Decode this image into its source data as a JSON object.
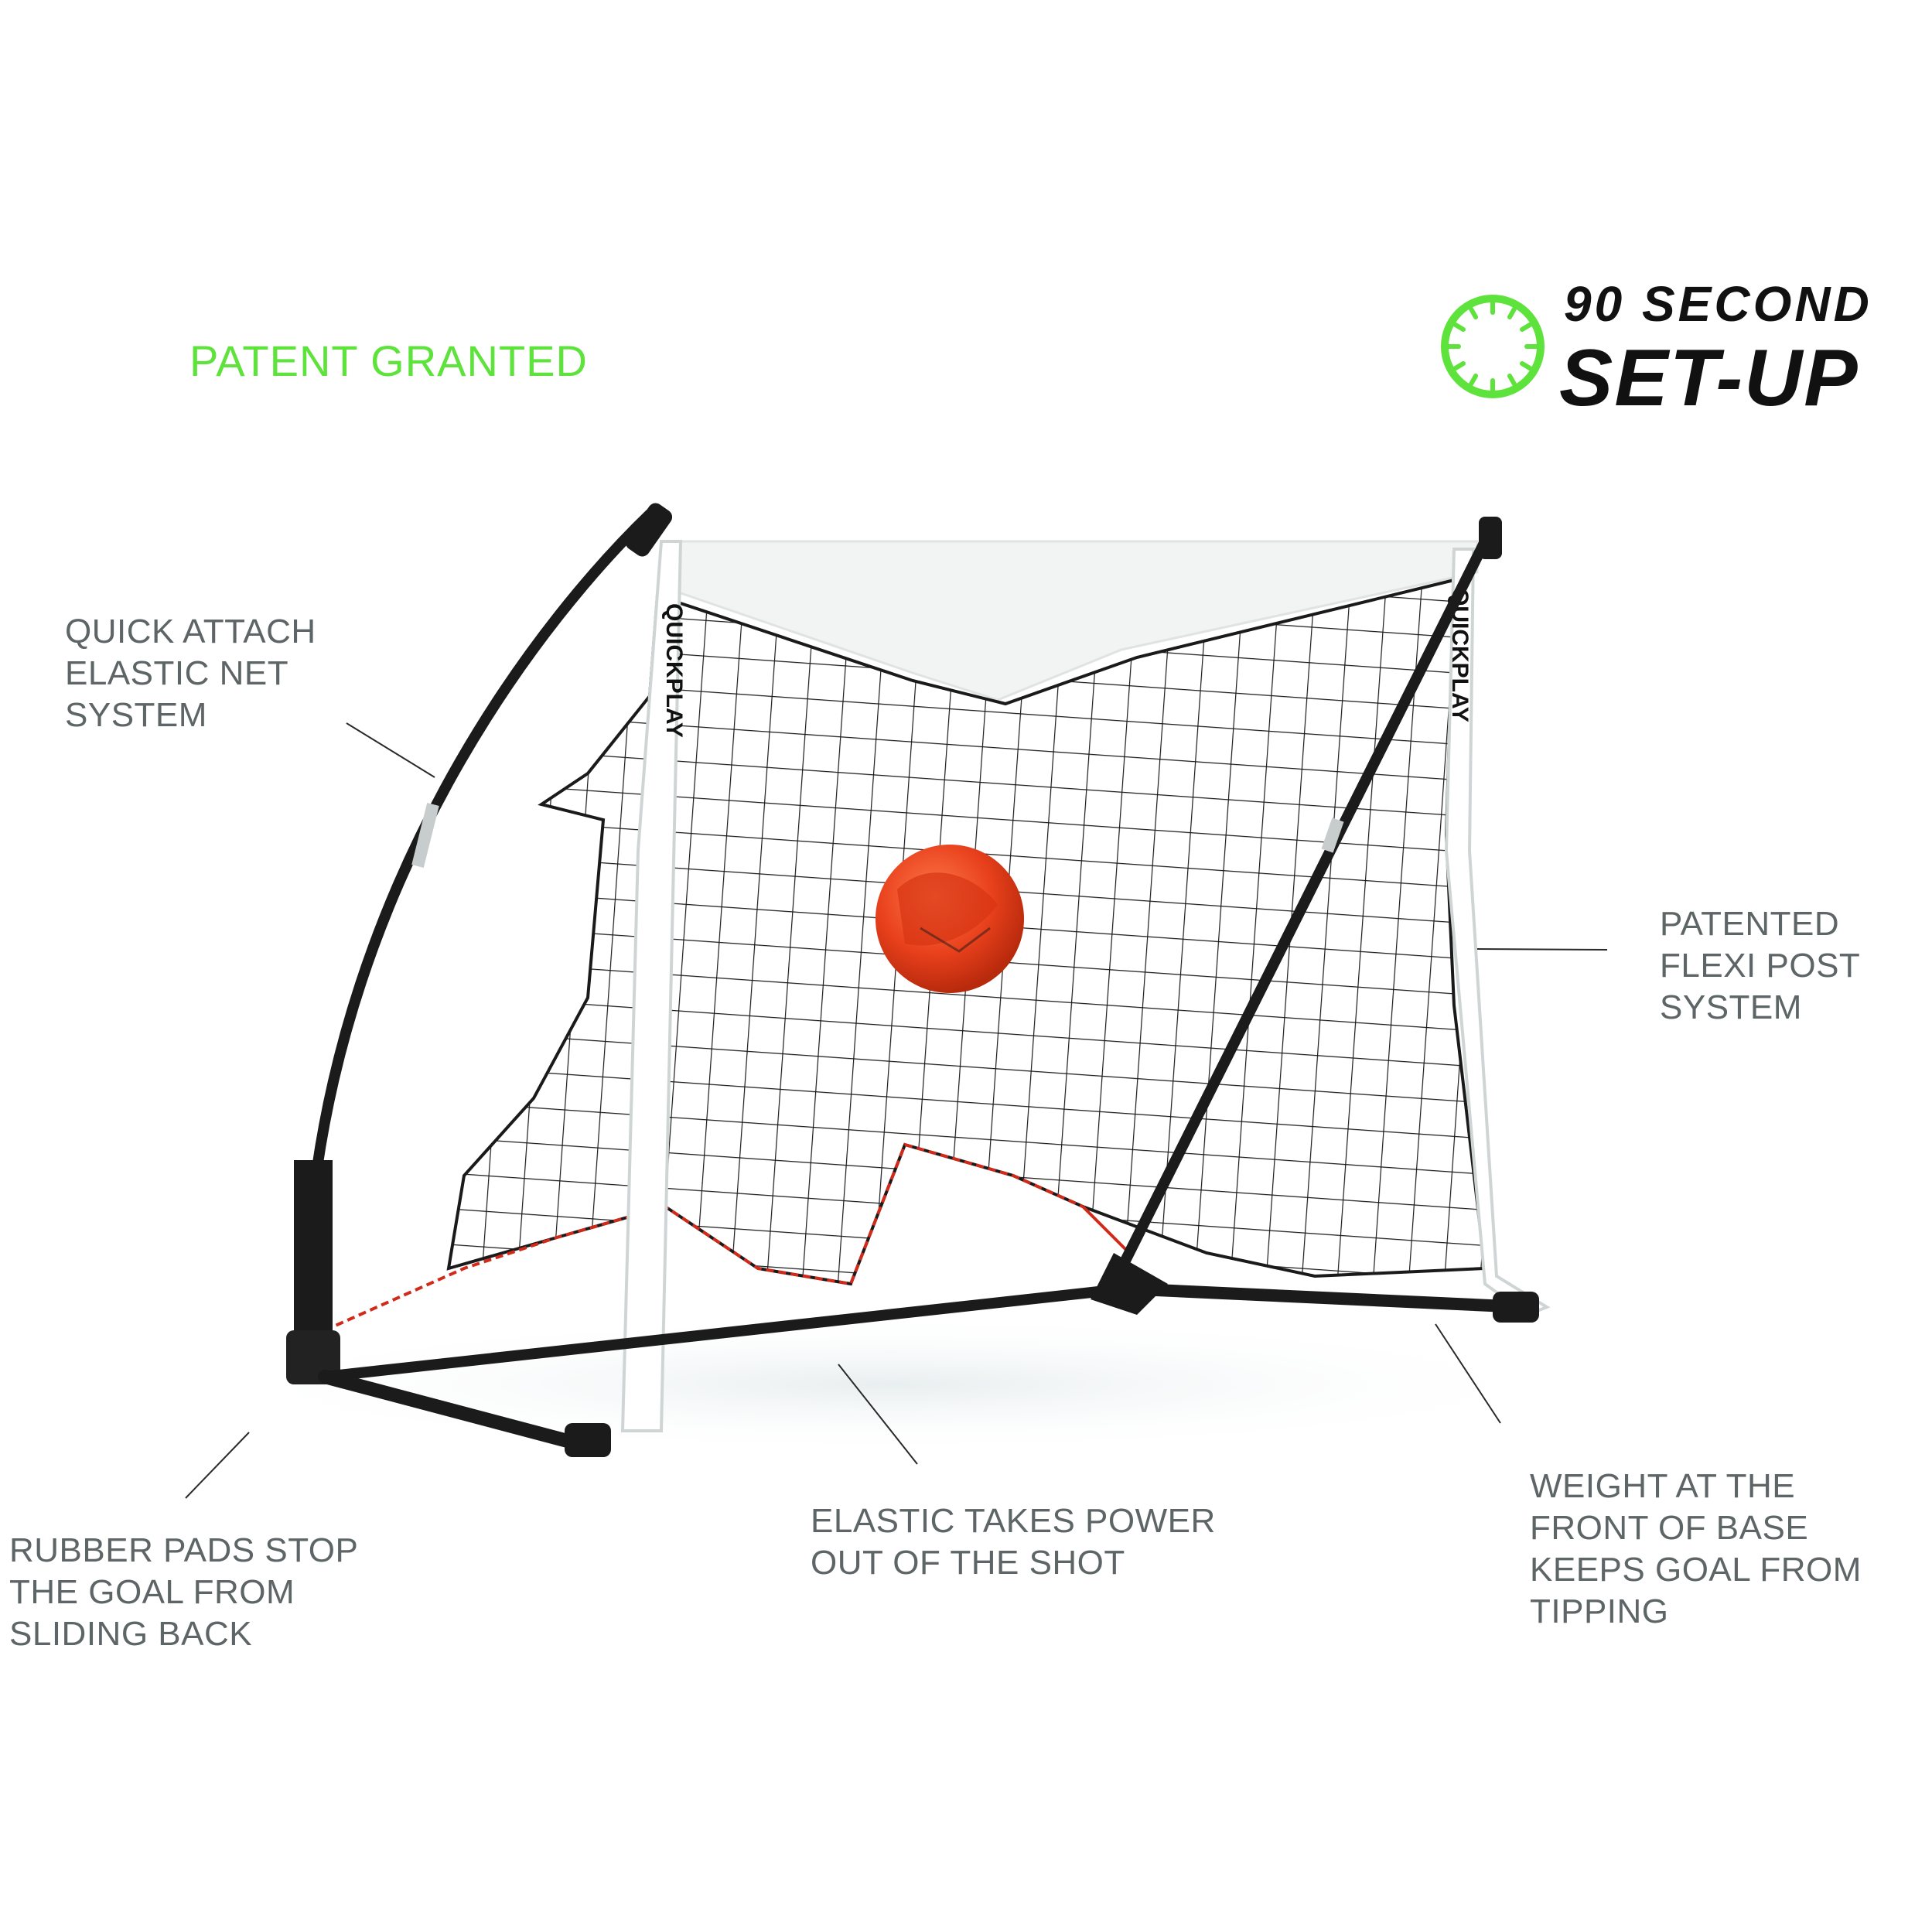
{
  "badge": {
    "patent": "PATENT GRANTED",
    "setup_line1": "90 SECOND",
    "setup_line2": "SET-UP",
    "accent_color": "#5ee23c",
    "icon": "stopwatch-icon"
  },
  "product": {
    "brand_on_post": "QUICKPLAY",
    "ball_color": "#e8401c",
    "frame_color": "#1b1b1b"
  },
  "callouts": [
    {
      "id": "net",
      "text": "QUICK ATTACH\nELASTIC NET\nSYSTEM"
    },
    {
      "id": "post",
      "text": "PATENTED\nFLEXI POST\nSYSTEM"
    },
    {
      "id": "pads",
      "text": "RUBBER PADS STOP\nTHE GOAL FROM\nSLIDING BACK"
    },
    {
      "id": "elastic",
      "text": "ELASTIC TAKES POWER\nOUT OF THE SHOT"
    },
    {
      "id": "weight",
      "text": "WEIGHT AT THE\nFRONT OF BASE\nKEEPS GOAL FROM\nTIPPING"
    }
  ]
}
